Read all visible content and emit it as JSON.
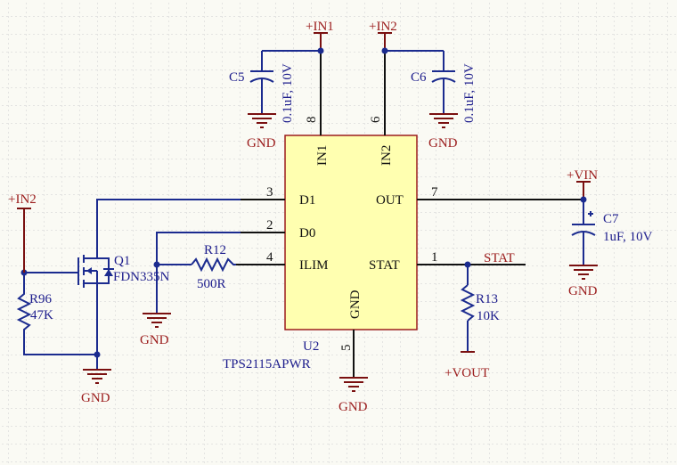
{
  "power": {
    "in1": "+IN1",
    "in2_top": "+IN2",
    "in2_left": "+IN2",
    "vin": "+VIN",
    "vout": "+VOUT",
    "gnd": "GND"
  },
  "net_labels": {
    "stat": "STAT"
  },
  "ic": {
    "ref": "U2",
    "part": "TPS2115APWR",
    "pins": {
      "in1": {
        "name": "IN1",
        "num": "8"
      },
      "in2": {
        "name": "IN2",
        "num": "6"
      },
      "d1": {
        "name": "D1",
        "num": "3"
      },
      "d0": {
        "name": "D0",
        "num": "2"
      },
      "ilim": {
        "name": "ILIM",
        "num": "4"
      },
      "out": {
        "name": "OUT",
        "num": "7"
      },
      "stat": {
        "name": "STAT",
        "num": "1"
      },
      "gnd": {
        "name": "GND",
        "num": "5"
      }
    }
  },
  "components": {
    "c5": {
      "ref": "C5",
      "value": "0.1uF, 10V"
    },
    "c6": {
      "ref": "C6",
      "value": "0.1uF, 10V"
    },
    "c7": {
      "ref": "C7",
      "value": "1uF, 10V"
    },
    "r12": {
      "ref": "R12",
      "value": "500R"
    },
    "r13": {
      "ref": "R13",
      "value": "10K"
    },
    "r96": {
      "ref": "R96",
      "value": "47K"
    },
    "q1": {
      "ref": "Q1",
      "value": "FDN335N"
    }
  },
  "colors": {
    "background": "#fafaf4",
    "grid": "#d0d0d0",
    "wire": "#1b2b8f",
    "power_symbol": "#9b1c1c",
    "component_text": "#1c1c8c",
    "ic_fill": "#ffffb0",
    "ic_border": "#9b1c1c"
  }
}
